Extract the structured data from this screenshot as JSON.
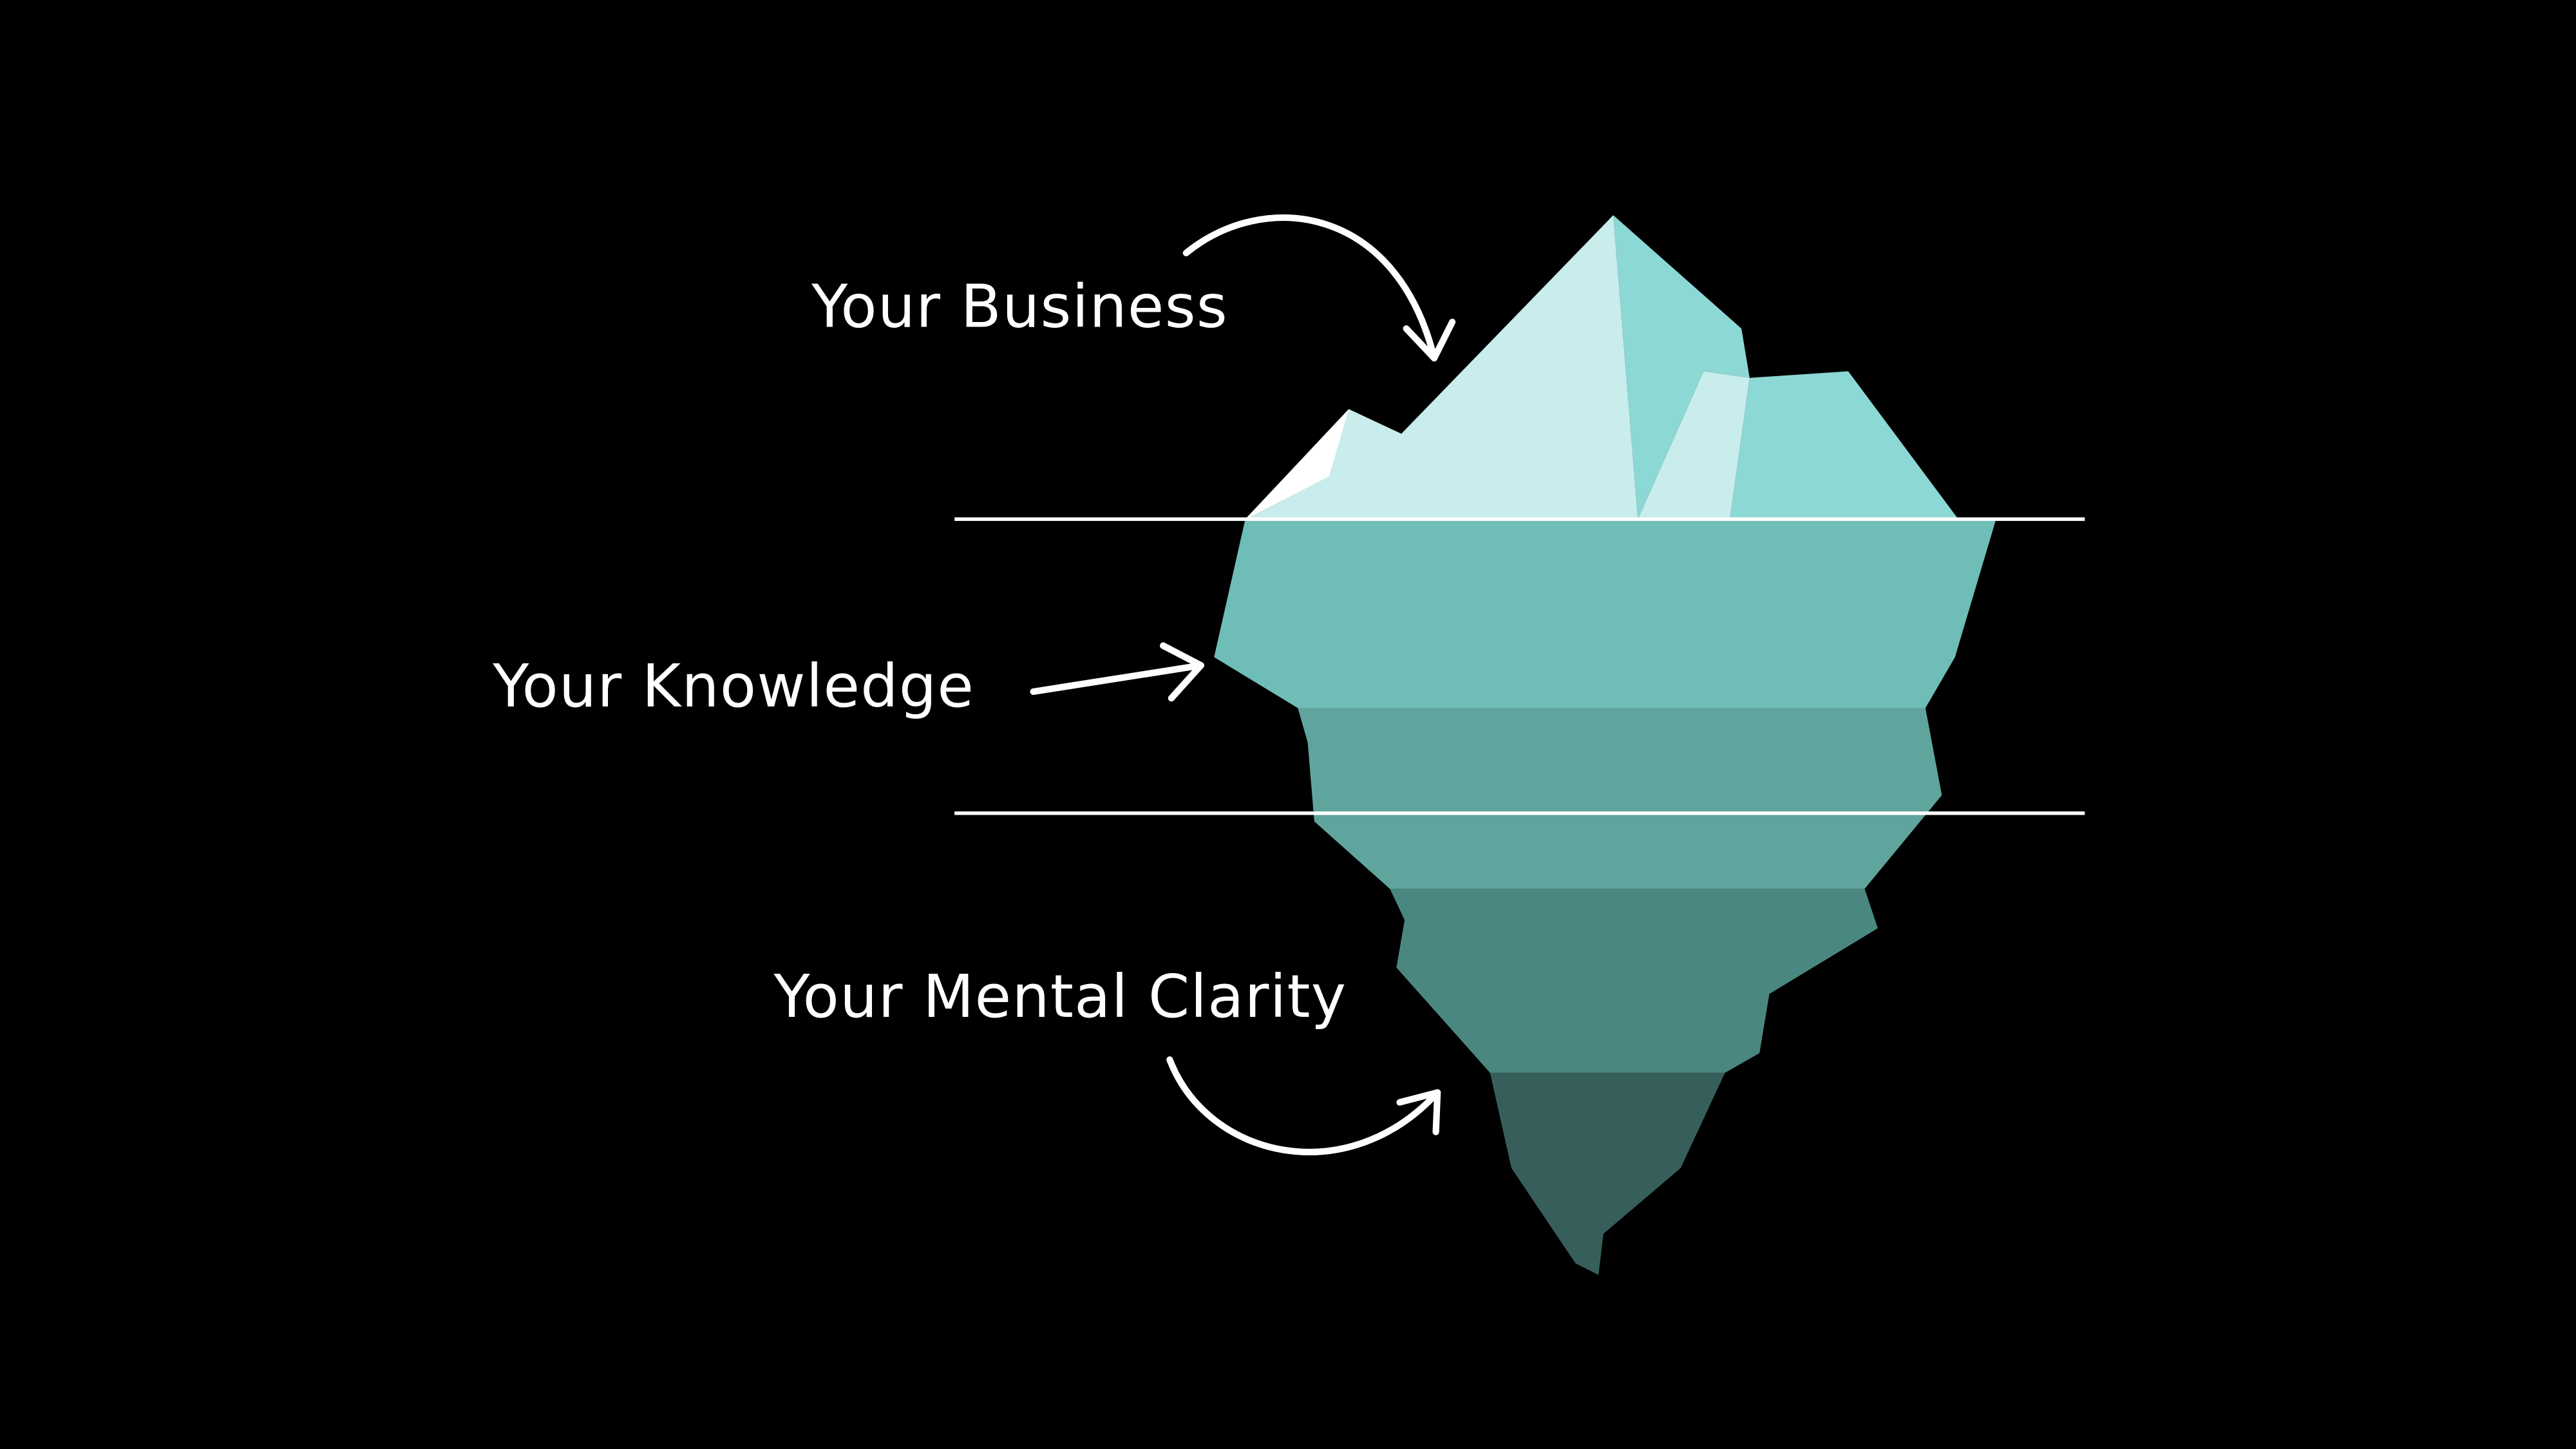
{
  "labels": {
    "top": "Your Business",
    "middle": "Your Knowledge",
    "bottom": "Your Mental Clarity"
  },
  "colors": {
    "background": "#000000",
    "ice_light": "#c9ecec",
    "ice_highlight": "#ffffff",
    "ice_mid": "#8cd8d5",
    "layer1": "#6fbdb7",
    "layer2": "#60a59d",
    "layer3": "#4b8781",
    "layer4": "#365f5b"
  }
}
